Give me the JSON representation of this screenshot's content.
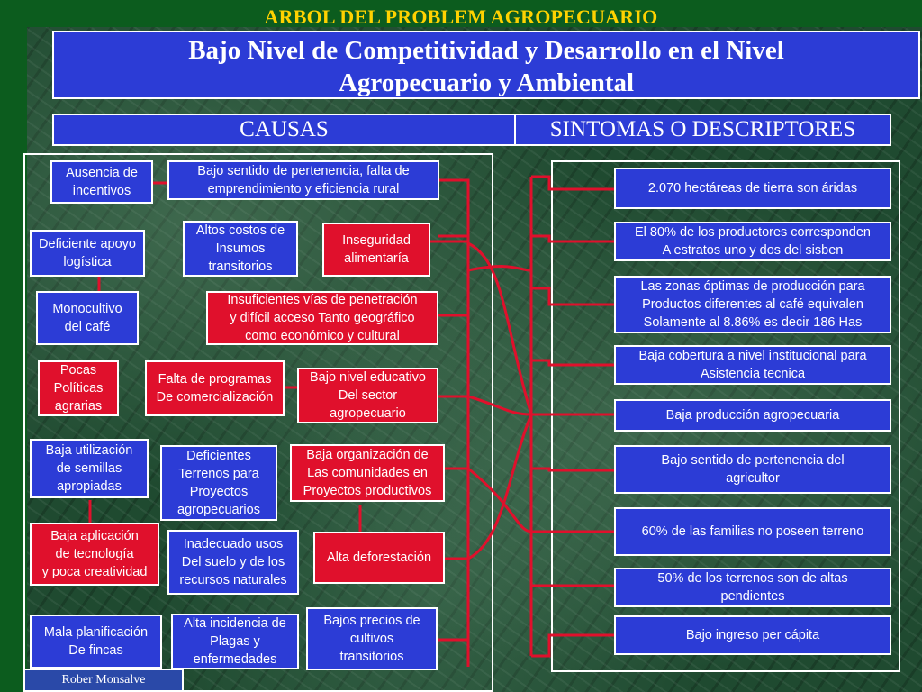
{
  "title": "ARBOL DEL PROBLEM AGROPECUARIO",
  "problem": [
    "Bajo Nivel de Competitividad y Desarrollo en el Nivel",
    "Agropecuario y Ambiental"
  ],
  "headers": {
    "causes": "CAUSAS",
    "symptoms": "SINTOMAS O DESCRIPTORES"
  },
  "causes": [
    {
      "id": "c1",
      "color": "blue",
      "lines": [
        "Ausencia de",
        "incentivos"
      ]
    },
    {
      "id": "c2",
      "color": "blue",
      "lines": [
        "Bajo sentido de pertenencia, falta de",
        "emprendimiento y eficiencia rural"
      ]
    },
    {
      "id": "c3",
      "color": "blue",
      "lines": [
        "Deficiente apoyo",
        "logística"
      ]
    },
    {
      "id": "c4",
      "color": "blue",
      "lines": [
        "Altos costos de",
        "Insumos",
        "transitorios"
      ]
    },
    {
      "id": "c5",
      "color": "red",
      "lines": [
        "Inseguridad",
        "alimentaría"
      ]
    },
    {
      "id": "c6",
      "color": "blue",
      "lines": [
        "Monocultivo",
        "del café"
      ]
    },
    {
      "id": "c7",
      "color": "red",
      "lines": [
        "Insuficientes vías de penetración",
        "y difícil acceso Tanto geográfico",
        "como económico y cultural"
      ]
    },
    {
      "id": "c8",
      "color": "red",
      "lines": [
        "Pocas",
        "Políticas",
        "agrarias"
      ]
    },
    {
      "id": "c9",
      "color": "red",
      "lines": [
        "Falta de programas",
        "De comercialización"
      ]
    },
    {
      "id": "c10",
      "color": "red",
      "lines": [
        "Bajo nivel educativo",
        "Del sector",
        "agropecuario"
      ]
    },
    {
      "id": "c11",
      "color": "blue",
      "lines": [
        "Baja utilización",
        "de semillas",
        "apropiadas"
      ]
    },
    {
      "id": "c12",
      "color": "blue",
      "lines": [
        "Deficientes",
        "Terrenos para",
        "Proyectos",
        "agropecuarios"
      ]
    },
    {
      "id": "c13",
      "color": "red",
      "lines": [
        "Baja organización de",
        "Las comunidades en",
        "Proyectos productivos"
      ]
    },
    {
      "id": "c14",
      "color": "red",
      "lines": [
        "Baja aplicación",
        "de tecnología",
        "y poca creatividad"
      ]
    },
    {
      "id": "c15",
      "color": "blue",
      "lines": [
        "Inadecuado usos",
        "Del suelo y de los",
        "recursos naturales"
      ]
    },
    {
      "id": "c16",
      "color": "red",
      "lines": [
        "Alta deforestación"
      ]
    },
    {
      "id": "c17",
      "color": "blue",
      "lines": [
        "Mala planificación",
        "De fincas"
      ]
    },
    {
      "id": "c18",
      "color": "blue",
      "lines": [
        "Alta incidencia de",
        "Plagas y",
        "enfermedades"
      ]
    },
    {
      "id": "c19",
      "color": "blue",
      "lines": [
        "Bajos precios de",
        "cultivos",
        "transitorios"
      ]
    }
  ],
  "symptoms": [
    {
      "id": "s1",
      "lines": [
        "2.070 hectáreas de tierra son áridas"
      ]
    },
    {
      "id": "s2",
      "lines": [
        "El 80% de los productores corresponden",
        "A estratos uno y dos del sisben"
      ]
    },
    {
      "id": "s3",
      "lines": [
        "Las zonas óptimas de producción para",
        "Productos diferentes al café equivalen",
        "Solamente al 8.86% es decir 186 Has"
      ]
    },
    {
      "id": "s4",
      "lines": [
        "Baja cobertura a nivel institucional para",
        "Asistencia tecnica"
      ]
    },
    {
      "id": "s5",
      "lines": [
        "Baja producción agropecuaria"
      ]
    },
    {
      "id": "s6",
      "lines": [
        "Bajo sentido de pertenencia del",
        "agricultor"
      ]
    },
    {
      "id": "s7",
      "lines": [
        "60% de las familias no poseen terreno"
      ]
    },
    {
      "id": "s8",
      "lines": [
        "50% de los terrenos son de altas",
        "pendientes"
      ]
    },
    {
      "id": "s9",
      "lines": [
        "Bajo ingreso per cápita"
      ]
    }
  ],
  "colors": {
    "box_blue": "#2c3cd6",
    "box_red": "#e0102c",
    "title": "#ffd200",
    "connector": "#e0102c",
    "background": "#0c5c1e"
  },
  "footer": "Rober Monsalve"
}
